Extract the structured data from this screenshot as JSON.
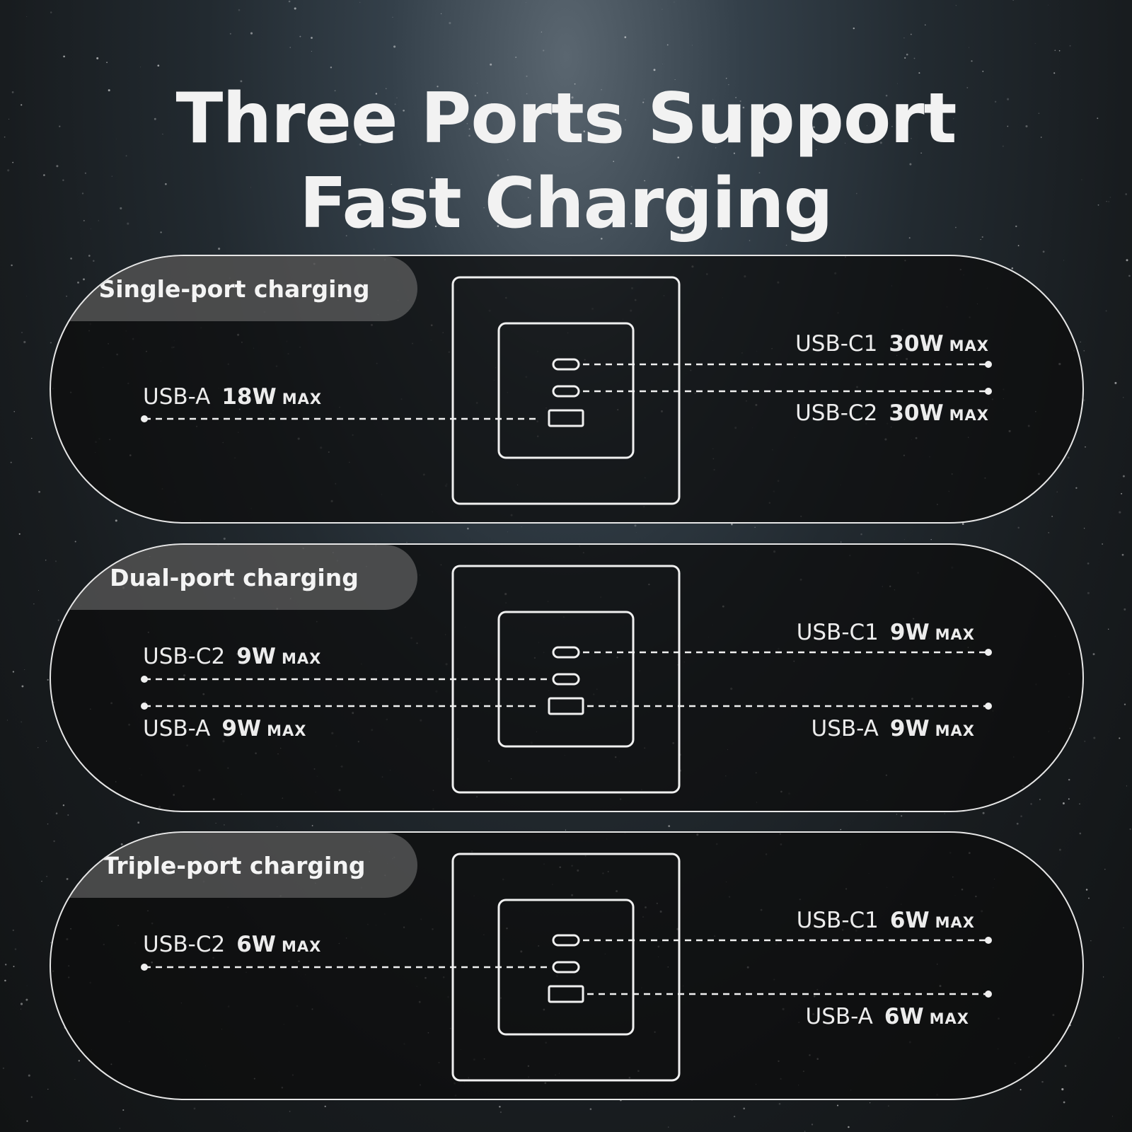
{
  "title": {
    "line1": "Three Ports Support",
    "line2": "Fast Charging"
  },
  "panels": [
    {
      "tag": "Single-port charging",
      "labels": [
        {
          "port": "USB-A",
          "watt": "18W",
          "max": "MAX"
        },
        {
          "port": "USB-C1",
          "watt": "30W",
          "max": "MAX"
        },
        {
          "port": "USB-C2",
          "watt": "30W",
          "max": "MAX"
        }
      ]
    },
    {
      "tag": "Dual-port charging",
      "labels": [
        {
          "port": "USB-C2",
          "watt": "9W",
          "max": "MAX"
        },
        {
          "port": "USB-A",
          "watt": "9W",
          "max": "MAX"
        },
        {
          "port": "USB-C1",
          "watt": "9W",
          "max": "MAX"
        },
        {
          "port": "USB-A",
          "watt": "9W",
          "max": "MAX"
        }
      ]
    },
    {
      "tag": "Triple-port charging",
      "labels": [
        {
          "port": "USB-C2",
          "watt": "6W",
          "max": "MAX"
        },
        {
          "port": "USB-C1",
          "watt": "6W",
          "max": "MAX"
        },
        {
          "port": "USB-A",
          "watt": "6W",
          "max": "MAX"
        }
      ]
    }
  ],
  "icons": [
    "usb-c-port-icon",
    "usb-a-port-icon",
    "charger-face-icon"
  ]
}
